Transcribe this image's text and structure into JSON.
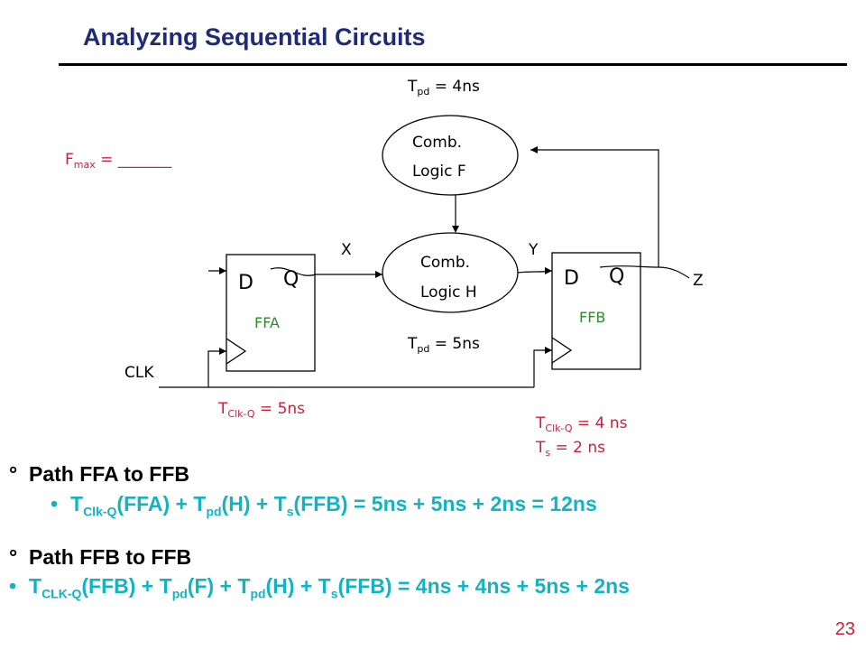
{
  "slide": {
    "title": "Analyzing Sequential Circuits",
    "page_number": "23"
  },
  "diagram": {
    "comb_f": {
      "line1": "Comb.",
      "line2": "Logic F",
      "tpd_label": "T",
      "tpd_sub": "pd",
      "tpd_value": " = 4ns"
    },
    "comb_h": {
      "line1": "Comb.",
      "line2": "Logic H",
      "tpd_label": "T",
      "tpd_sub": "pd",
      "tpd_value": " = 5ns"
    },
    "fmax": {
      "label": "F",
      "sub": "max",
      "value": " = _______"
    },
    "ffa": {
      "d": "D",
      "q": "Q",
      "name": "FFA",
      "tclkq_label": "T",
      "tclkq_sub": "Clk-Q",
      "tclkq_value": " = 5ns"
    },
    "ffb": {
      "d": "D",
      "q": "Q",
      "name": "FFB",
      "tclkq_label": "T",
      "tclkq_sub": "Clk-Q",
      "tclkq_value": " = 4 ns",
      "ts_label": "T",
      "ts_sub": "s",
      "ts_value": "  = 2 ns"
    },
    "signals": {
      "x": "X",
      "y": "Y",
      "z": "Z",
      "clk": "CLK"
    },
    "colors": {
      "red": "#cc1f3a",
      "green": "#2e8a2e",
      "cyan": "#12b4c4",
      "title": "#1f2a7a"
    }
  },
  "bullets": {
    "path1_heading": "Path FFA to FFB",
    "path1_eq": {
      "t1": "T",
      "s1": "Clk-Q",
      "p1": "(FFA) + T",
      "s2": "pd",
      "p2": "(H) + T",
      "s3": "s",
      "p3": "(FFB) = 5ns + 5ns + 2ns = 12ns"
    },
    "path2_heading": "Path FFB to FFB",
    "path2_eq": {
      "t1": "T",
      "s1": "CLK-Q",
      "p1": "(FFB) + T",
      "s2": "pd",
      "p2": "(F) + T",
      "s3": "pd",
      "p3": "(H) + T",
      "s4": "s",
      "p4": "(FFB) = 4ns + 4ns + 5ns + 2ns"
    }
  }
}
